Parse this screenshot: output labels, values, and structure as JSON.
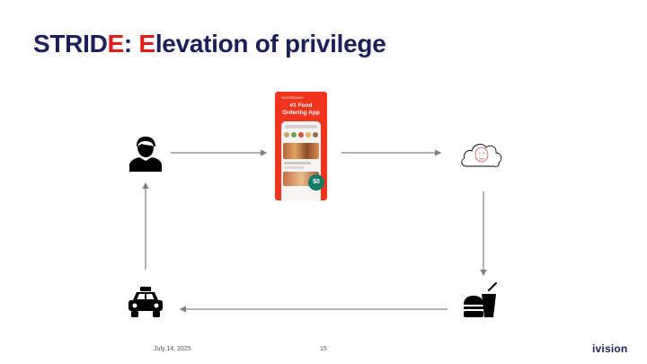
{
  "title": {
    "part1": "STRID",
    "part2": "E",
    "part3": ": ",
    "part4": "E",
    "part5": "levation of privilege"
  },
  "diagram": {
    "nodes": [
      {
        "id": "user",
        "icon": "person-icon"
      },
      {
        "id": "app",
        "icon": "food-delivery-app-screenshot"
      },
      {
        "id": "cloud",
        "icon": "cloud-face-icon"
      },
      {
        "id": "food",
        "icon": "burger-drink-icon"
      },
      {
        "id": "taxi",
        "icon": "taxi-icon"
      }
    ],
    "app": {
      "brand": "DOORDASH",
      "headline_line1": "#1 Food",
      "headline_line2": "Ordering App",
      "badge": "$0"
    }
  },
  "footer": {
    "date": "July 14, 2025",
    "page": "15",
    "logo": "ivision"
  },
  "colors": {
    "title": "#1b1f5c",
    "highlight": "#e21b1b",
    "arrow": "#808080",
    "app_red": "#f0341e"
  }
}
